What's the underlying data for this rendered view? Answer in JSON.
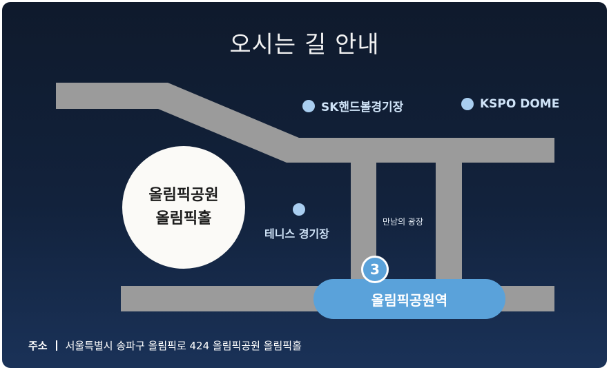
{
  "title": "오시는 길 안내",
  "pois": {
    "sk_handball": "SK핸드볼경기장",
    "kspo_dome": "KSPO DOME",
    "tennis": "테니스 경기장",
    "plaza": "만남의 광장"
  },
  "park": {
    "line1": "올림픽공원",
    "line2": "올림픽홀"
  },
  "station": {
    "name": "올림픽공원역",
    "line_number": "3"
  },
  "address": {
    "label": "주소",
    "value": "서울특별시 송파구 올림픽로 424 올림픽공원 올림픽홀"
  },
  "colors": {
    "background_top": "#0f1a2c",
    "background_bottom": "#1a3258",
    "road": "#9b9b9b",
    "station": "#5aa2da",
    "poi_dot": "#a9cef0"
  }
}
